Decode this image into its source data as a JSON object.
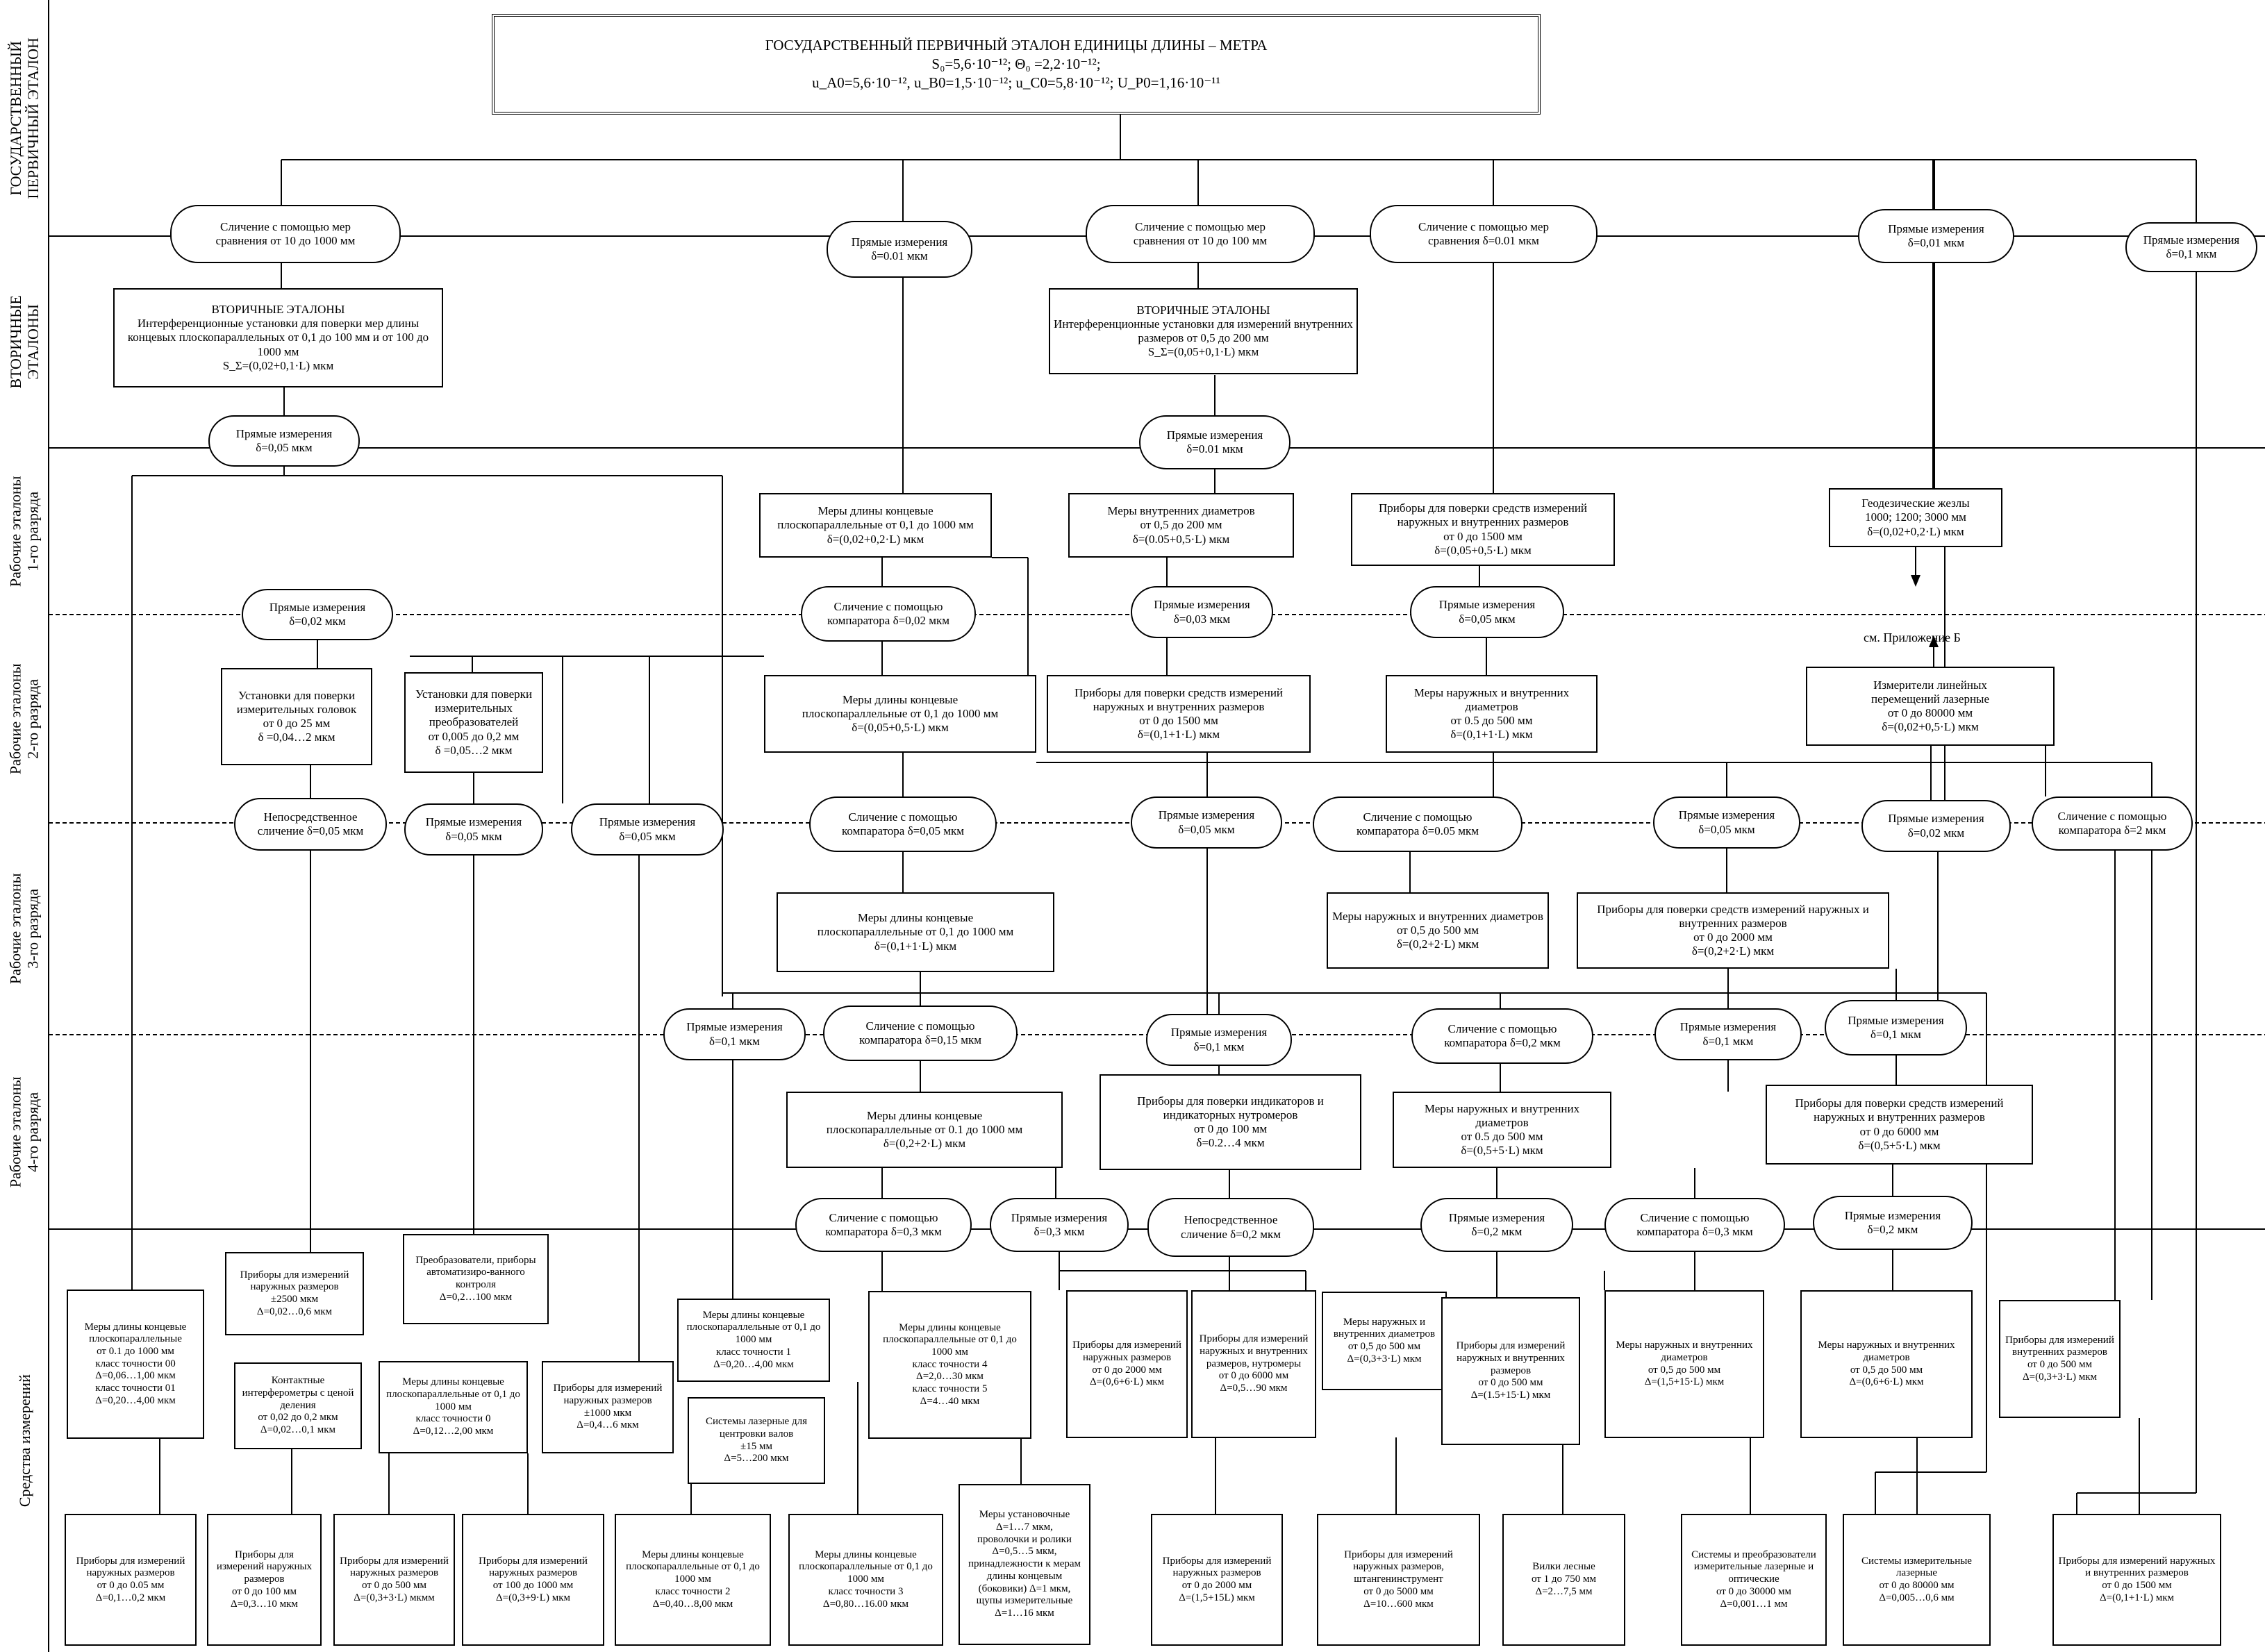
{
  "bands": [
    {
      "label": "ГОСУДАРСТВЕННЫЙ\nПЕРВИЧНЫЙ ЭТАЛОН"
    },
    {
      "label": "ВТОРИЧНЫЕ\nЭТАЛОНЫ"
    },
    {
      "label": "Рабочие эталоны\n1-го разряда"
    },
    {
      "label": "Рабочие эталоны\n2-го разряда"
    },
    {
      "label": "Рабочие эталоны\n3-го разряда"
    },
    {
      "label": "Рабочие эталоны\n4-го разряда"
    },
    {
      "label": "Средства измерений"
    }
  ],
  "top_title": "ГОСУДАРСТВЕННЫЙ ПЕРВИЧНЫЙ ЭТАЛОН ЕДИНИЦЫ ДЛИНЫ – МЕТРА",
  "top_line1": "S₀=5,6·10⁻¹²; Θ₀ =2,2·10⁻¹²;",
  "top_line2": "u_A0=5,6·10⁻¹², u_B0=1,5·10⁻¹²; u_C0=5,8·10⁻¹²; U_P0=1,16·10⁻¹¹",
  "note_appendix": "см. Приложение Б",
  "boxes": {
    "p1": "Сличение с помощью мер\nсравнения от 10 до 1000 мм",
    "p2": "Прямые измерения\nδ=0.01 мкм",
    "p3": "Сличение с помощью мер\nсравнения от 10 до 100 мм",
    "p4": "Сличение с помощью мер\nсравнения δ=0.01 мкм",
    "p5": "Прямые измерения\nδ=0,01 мкм",
    "p6": "Прямые измерения\nδ=0,1 мкм",
    "v1": "ВТОРИЧНЫЕ ЭТАЛОНЫ\nИнтерференционные установки для поверки мер длины концевых плоскопараллельных от 0,1 до 100 мм и от 100 до 1000 мм\nS_Σ=(0,02+0,1·L) мкм",
    "v2": "ВТОРИЧНЫЕ ЭТАЛОНЫ\nИнтерференционные установки для измерений внутренних размеров от 0,5 до 200 мм\nS_Σ=(0,05+0,1·L) мкм",
    "p7": "Прямые измерения\nδ=0,05 мкм",
    "p8": "Прямые измерения\nδ=0.01 мкм",
    "r1a": "Меры длины концевые\nплоскопараллельные от 0,1 до 1000 мм\nδ=(0,02+0,2·L) мкм",
    "r1b": "Меры внутренних диаметров\nот 0,5 до 200 мм\nδ=(0.05+0,5·L) мкм",
    "r1c": "Приборы для поверки средств измерений наружных и внутренних размеров\nот 0 до 1500 мм\nδ=(0,05+0,5·L) мкм",
    "r1d": "Геодезические жезлы\n1000; 1200; 3000 мм\nδ=(0,02+0,2·L) мкм",
    "p9": "Прямые измерения\nδ=0,02 мкм",
    "p10": "Сличение с помощью\nкомпаратора δ=0,02 мкм",
    "p11": "Прямые  измерения\nδ=0,03 мкм",
    "p12": "Прямые измерения\nδ=0,05 мкм",
    "r2a": "Установки для поверки измерительных головок\nот 0 до 25 мм\nδ =0,04…2 мкм",
    "r2b": "Установки для поверки измерительных преобразователей\nот 0,005 до 0,2 мм\nδ =0,05…2 мкм",
    "r2c": "Меры длины концевые\nплоскопараллельные от 0,1 до 1000 мм\nδ=(0,05+0,5·L) мкм",
    "r2d": "Приборы для поверки средств измерений наружных и внутренних размеров\nот 0 до 1500 мм\nδ=(0,1+1·L) мкм",
    "r2e": "Меры наружных и внутренних диаметров\nот 0.5 до 500 мм\nδ=(0,1+1·L) мкм",
    "r2f": "Измерители линейных\nперемещений лазерные\nот 0 до 80000 мм\nδ=(0,02+0,5·L) мкм",
    "p13": "Непосредственное\nсличение δ=0,05 мкм",
    "p14": "Прямые измерения\nδ=0,05 мкм",
    "p15": "Прямые измерения\nδ=0,05 мкм",
    "p16": "Сличение с помощью\nкомпаратора δ=0,05 мкм",
    "p17": "Прямые измерения\nδ=0,05 мкм",
    "p18": "Сличение с помощью\nкомпаратора δ=0.05 мкм",
    "p19": "Прямые измерения\nδ=0,05 мкм",
    "p20": "Прямые измерения\nδ=0,02 мкм",
    "p21": "Сличение с помощью\nкомпаратора δ=2 мкм",
    "r3a": "Меры длины концевые\nплоскопараллельные от 0,1 до 1000 мм\nδ=(0,1+1·L) мкм",
    "r3b": "Меры наружных и внутренних диаметров\nот 0,5 до 500 мм\nδ=(0,2+2·L) мкм",
    "r3c": "Приборы для поверки средств измерений наружных и внутренних размеров\nот 0 до 2000 мм\nδ=(0,2+2·L) мкм",
    "p22": "Прямые измерения\nδ=0,1 мкм",
    "p23": "Сличение с помощью\nкомпаратора δ=0,15 мкм",
    "p24": "Прямые измерения\nδ=0,1 мкм",
    "p25": "Сличение с помощью\nкомпаратора δ=0,2 мкм",
    "p26": "Прямые измерения\nδ=0,1 мкм",
    "p27": "Прямые измерения\nδ=0,1 мкм",
    "r4a": "Меры длины концевые\nплоскопараллельные от 0.1 до 1000 мм\nδ=(0,2+2·L) мкм",
    "r4b": "Приборы для поверки индикаторов и индикаторных нутромеров\nот 0 до 100 мм\nδ=0.2…4 мкм",
    "r4c": "Меры наружных и внутренних диаметров\nот 0.5 до 500 мм\nδ=(0,5+5·L) мкм",
    "r4d": "Приборы для поверки средств измерений наружных и внутренних размеров\nот 0 до 6000 мм\nδ=(0,5+5·L) мкм",
    "p28": "Сличение с помощью\nкомпаратора δ=0,3 мкм",
    "p29": "Прямые измерения\nδ=0,3 мкм",
    "p30": "Непосредственное\nсличение δ=0,2 мкм",
    "p31": "Прямые измерения\nδ=0,2 мкм",
    "p32": "Сличение с помощью\nкомпаратора δ=0,3 мкм",
    "p33": "Прямые измерения\nδ=0,2 мкм",
    "s1": "Меры длины концевые плоскопараллельные\nот 0.1 до 1000 мм\nкласс точности 00\nΔ=0,06…1,00 мкм\nкласс точности 01\nΔ=0,20…4,00 мкм",
    "s2": "Приборы для измерений наружных размеров\n±2500 мкм\nΔ=0,02…0,6 мкм",
    "s3": "Контактные интерферометры с ценой деления\nот 0,02 до 0,2 мкм\nΔ=0,02…0,1 мкм",
    "s4": "Преобразователи, приборы автоматизиро-ванного контроля\nΔ=0,2…100 мкм",
    "s5": "Меры длины концевые плоскопараллельные от 0,1 до 1000 мм\nкласс точности 0\nΔ=0,12…2,00 мкм",
    "s6": "Приборы для измерений наружных размеров\n±1000 мкм\nΔ=0,4…6 мкм",
    "s7": "Меры длины концевые плоскопараллельные от 0,1 до 1000 мм\nкласс точности 1\nΔ=0,20…4,00 мкм",
    "s8": "Системы лазерные для центровки валов\n±15 мм\nΔ=5…200 мкм",
    "s9": "Меры длины концевые плоскопараллельные от 0,1 до 1000 мм\nкласс точности 4\nΔ=2,0…30 мкм\nкласс точности 5\nΔ=4…40 мкм",
    "s10": "Приборы для измерений наружных размеров\nот 0 до 2000 мм\nΔ=(0,6+6·L) мкм",
    "s11": "Приборы для измерений наружных и внутренних размеров, нутромеры\nот 0 до 6000 мм\nΔ=0,5…90 мкм",
    "s12": "Меры наружных и внутренних диаметров\nот 0,5 до 500 мм\nΔ=(0,3+3·L) мкм",
    "s13": "Приборы для измерений наружных и внутренних размеров\nот 0 до 500 мм\nΔ=(1.5+15·L) мкм",
    "s14": "Меры наружных и внутренних диаметров\nот 0,5 до 500 мм\nΔ=(1,5+15·L) мкм",
    "s15": "Меры наружных и внутренних диаметров\nот 0,5 до 500 мм\nΔ=(0,6+6·L) мкм",
    "s16": "Приборы для измерений внутренних размеров\nот 0 до 500 мм\nΔ=(0,3+3·L) мкм",
    "b1": "Приборы для измерений наружных размеров\nот 0 до 0.05 мм\nΔ=0,1…0,2 мкм",
    "b2": "Приборы для измерений наружных размеров\nот 0 до 100 мм\nΔ=0,3…10 мкм",
    "b3": "Приборы для измерений наружных размеров\nот 0 до 500 мм\nΔ=(0,3+3·L) мкмм",
    "b4": "Приборы для измерений наружных размеров\nот 100 до 1000 мм\nΔ=(0,3+9·L) мкм",
    "b5": "Меры длины концевые плоскопараллельные от 0,1 до 1000 мм\nкласс точности 2\nΔ=0,40…8,00 мкм",
    "b6": "Меры длины концевые плоскопараллельные от 0,1 до 1000 мм\nкласс точности 3\nΔ=0,80…16.00 мкм",
    "b7": "Меры установочные\nΔ=1…7 мкм,\nпроволочки и ролики\nΔ=0,5…5 мкм,\nпринадлежности к мерам длины концевым (боковики) Δ=1 мкм,\nщупы измерительные\nΔ=1…16 мкм",
    "b8": "Приборы для измерений наружных размеров\nот 0 до 2000 мм\nΔ=(1,5+15L) мкм",
    "b9": "Приборы для измерений наружных размеров, штангенинструмент\nот 0 до 5000 мм\nΔ=10…600 мкм",
    "b10": "Вилки лесные\nот 1 до 750 мм\nΔ=2…7,5 мм",
    "b11": "Системы и преобразователи измерительные лазерные и оптические\nот 0 до 30000 мм\nΔ=0,001…1 мм",
    "b12": "Системы измерительные лазерные\nот 0 до 80000 мм\nΔ=0,005…0,6 мм",
    "b13": "Приборы для измерений наружных и внутренних размеров\nот 0 до 1500 мм\nΔ=(0,1+1·L) мкм"
  }
}
